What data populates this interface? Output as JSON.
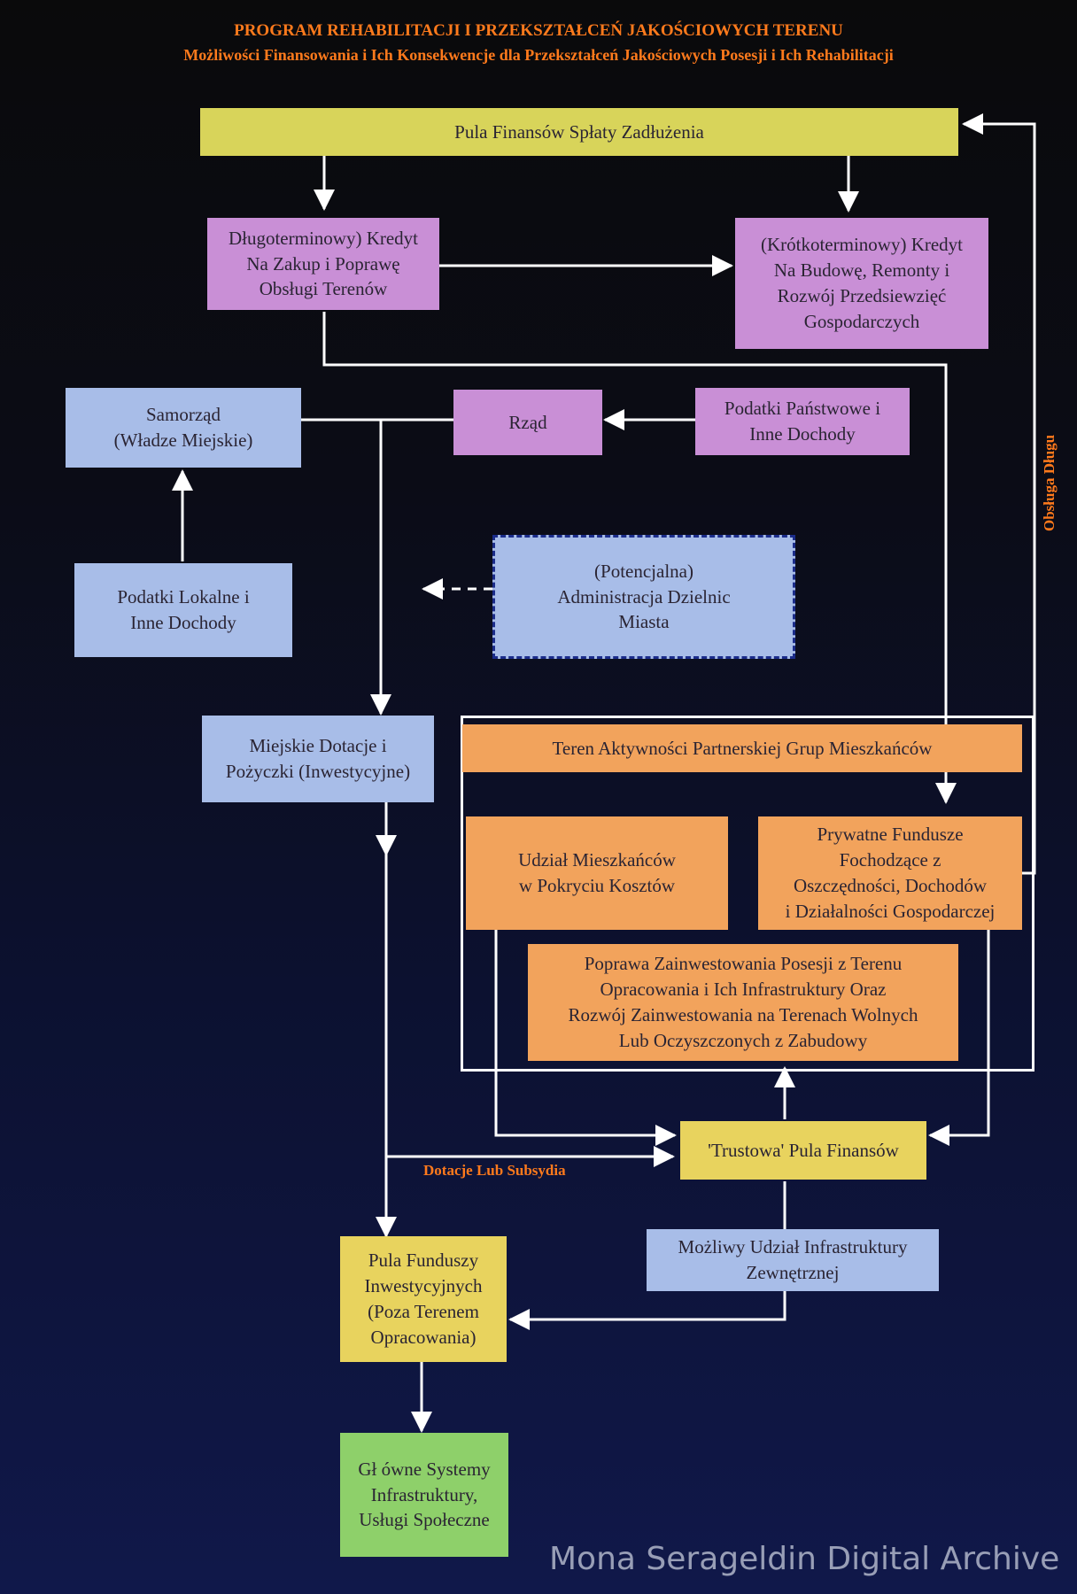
{
  "title": {
    "line1": "PROGRAM REHABILITACJI I PRZEKSZTAŁCEŃ JAKOŚCIOWYCH TERENU",
    "line2": "Możliwości Finansowania i Ich Konsekwencje dla Przekształceń Jakościowych Posesji i Ich Rehabilitacji"
  },
  "nodes": {
    "debt_pool": "Pula Finansów Spłaty Zadłużenia",
    "long_credit": "Długoterminowy) Kredyt\nNa Zakup i Poprawę\nObsługi Terenów",
    "short_credit": "(Krótkoterminowy) Kredyt\nNa Budowę, Remonty i\nRozwój Przedsiewzięć\nGospodarczych",
    "samorzad": "Samorząd\n(Władze Miejskie)",
    "rzad": "Rząd",
    "state_taxes": "Podatki Państwowe i\nInne Dochody",
    "local_taxes": "Podatki Lokalne i\nInne Dochody",
    "district_admin": "(Potencjalna)\nAdministracja Dzielnic\nMiasta",
    "city_grants": "Miejskie Dotacje i\nPożyczki (Inwestycyjne)",
    "partnership_area": "Teren Aktywności Partnerskiej Grup Mieszkańców",
    "resident_share": "Udział Mieszkańców\nw Pokryciu Kosztów",
    "private_funds": "Prywatne Fundusze\nFochodzące z\nOszczędności, Dochodów\ni Działalności Gospodarczej",
    "improvement": "Poprawa Zainwestowania Posesji z Terenu\nOpracowania i Ich Infrastruktury Oraz\nRozwój Zainwestowania na Terenach Wolnych\nLub Oczyszczonych z Zabudowy",
    "trust_pool": "'Trustowa' Pula Finansów",
    "external_infra": "Możliwy Udział Infrastruktury\nZewnętrznej",
    "investment_pool": "Pula Funduszy\nInwestycyjnych\n(Poza Terenem\nOpracowania)",
    "main_systems": "Gł ówne Systemy\nInfrastruktury,\nUsługi Społeczne"
  },
  "labels": {
    "debt_service": "Obsługa Długu",
    "subsidies": "Dotacje Lub Subsydia"
  },
  "watermark": "Mona Serageldin Digital Archive",
  "colors": {
    "title": "#ff7a1c",
    "yellow": "#d8d45a",
    "purple": "#c98fd6",
    "blue": "#a8bde8",
    "orange": "#f2a35c",
    "green": "#8ed06a",
    "connector": "#ffffff"
  }
}
